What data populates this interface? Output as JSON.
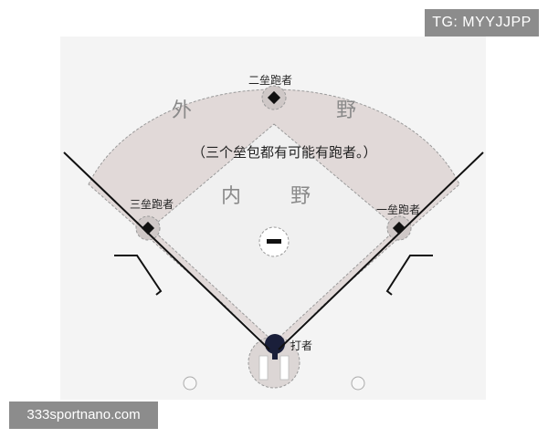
{
  "watermarks": {
    "top_right": "TG: MYYJJPP",
    "bottom_left": "333sportnano.com"
  },
  "field_labels": {
    "outfield": [
      "外",
      "野"
    ],
    "infield": [
      "内",
      "野"
    ],
    "note": "（三个垒包都有可能有跑者。）"
  },
  "runner_labels": {
    "second_base": "二垒跑者",
    "third_base": "三垒跑者",
    "first_base": "一垒跑者",
    "batter": "打者"
  },
  "colors": {
    "outfield": "#e1d9d8",
    "infield": "#f0f0f0",
    "background": "#f4f4f4",
    "foul_line": "#111111",
    "base": "#111111",
    "batter": "#1a1f3a"
  }
}
